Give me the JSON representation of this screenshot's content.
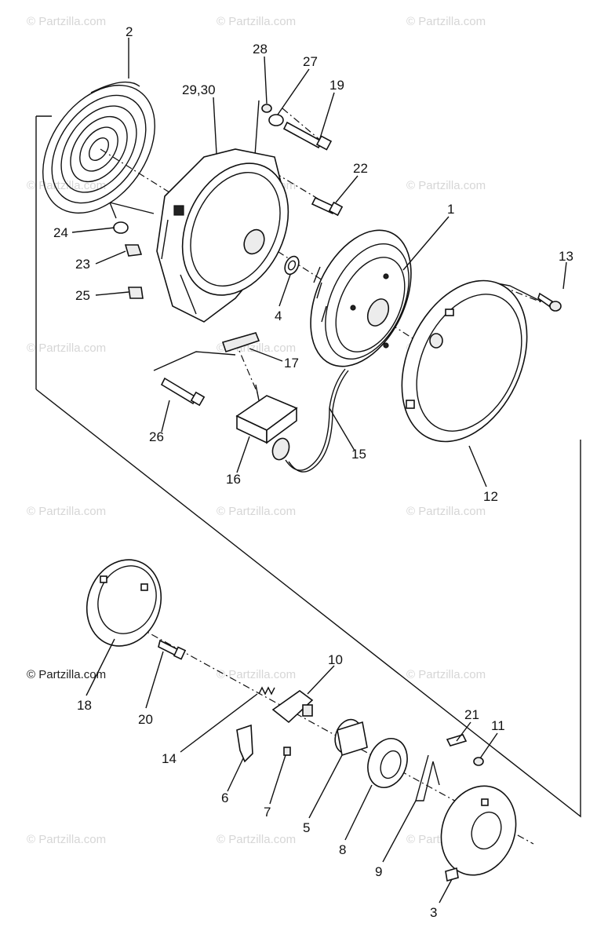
{
  "watermarks": {
    "faint": "© Partzilla.com",
    "dark": "© Partzilla.com"
  },
  "callouts": {
    "c1": "1",
    "c2": "2",
    "c3": "3",
    "c4": "4",
    "c5": "5",
    "c6": "6",
    "c7": "7",
    "c8": "8",
    "c9": "9",
    "c10": "10",
    "c11": "11",
    "c12": "12",
    "c13": "13",
    "c14": "14",
    "c15": "15",
    "c16": "16",
    "c17": "17",
    "c18": "18",
    "c19": "19",
    "c20": "20",
    "c21": "21",
    "c22": "22",
    "c23": "23",
    "c24": "24",
    "c25": "25",
    "c26": "26",
    "c27": "27",
    "c28": "28",
    "c2930": "29,30"
  }
}
